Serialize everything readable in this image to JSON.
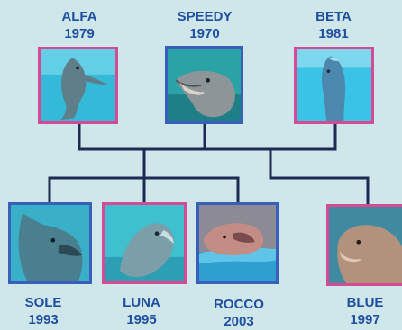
{
  "parents": [
    {
      "name": "ALFA",
      "year": "1979",
      "border_color": "#d64a94"
    },
    {
      "name": "SPEEDY",
      "year": "1970",
      "border_color": "#3a5fb8"
    },
    {
      "name": "BETA",
      "year": "1981",
      "border_color": "#d64a94"
    }
  ],
  "children": [
    {
      "name": "SOLE",
      "year": "1993",
      "border_color": "#3a5fb8"
    },
    {
      "name": "LUNA",
      "year": "1995",
      "border_color": "#d64a94"
    },
    {
      "name": "ROCCO",
      "year": "2003",
      "border_color": "#3a5fb8"
    },
    {
      "name": "BLUE",
      "year": "1997",
      "border_color": "#d64a94"
    }
  ],
  "colors": {
    "background": "#cfe6ea",
    "label_text": "#1f4f9f",
    "tree_lines": "#1e2a52",
    "water": "#2eb6d8"
  }
}
